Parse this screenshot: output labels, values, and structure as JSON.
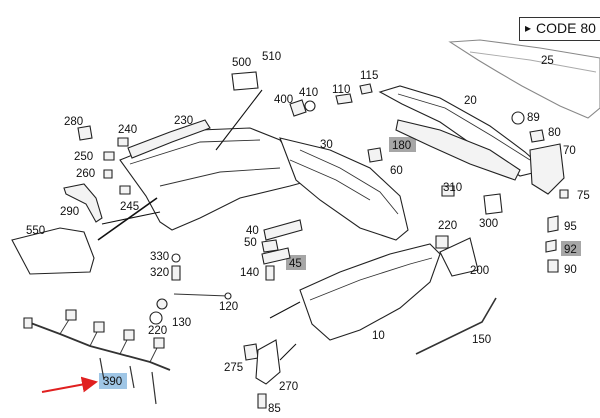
{
  "header": {
    "code_label": "CODE 80",
    "code_arrow_icon": "triangle-right-icon"
  },
  "colors": {
    "highlight_gray": "#a6a6a6",
    "highlight_blue": "#9fc6e6",
    "pointer_red": "#e02020",
    "line": "#222222"
  },
  "callouts": [
    {
      "id": "c500",
      "text": "500"
    },
    {
      "id": "c510",
      "text": "510"
    },
    {
      "id": "c400",
      "text": "400"
    },
    {
      "id": "c410",
      "text": "410"
    },
    {
      "id": "c110",
      "text": "110"
    },
    {
      "id": "c115",
      "text": "115"
    },
    {
      "id": "c280",
      "text": "280"
    },
    {
      "id": "c240",
      "text": "240"
    },
    {
      "id": "c230",
      "text": "230"
    },
    {
      "id": "c250",
      "text": "250"
    },
    {
      "id": "c260",
      "text": "260"
    },
    {
      "id": "c245",
      "text": "245"
    },
    {
      "id": "c290",
      "text": "290"
    },
    {
      "id": "c550",
      "text": "550"
    },
    {
      "id": "c30",
      "text": "30"
    },
    {
      "id": "c180",
      "text": "180"
    },
    {
      "id": "c20",
      "text": "20"
    },
    {
      "id": "c25",
      "text": "25"
    },
    {
      "id": "c89",
      "text": "89"
    },
    {
      "id": "c80",
      "text": "80"
    },
    {
      "id": "c70",
      "text": "70"
    },
    {
      "id": "c60",
      "text": "60"
    },
    {
      "id": "c310",
      "text": "310"
    },
    {
      "id": "c300",
      "text": "300"
    },
    {
      "id": "c75",
      "text": "75"
    },
    {
      "id": "c95",
      "text": "95"
    },
    {
      "id": "c92",
      "text": "92"
    },
    {
      "id": "c90",
      "text": "90"
    },
    {
      "id": "c220a",
      "text": "220"
    },
    {
      "id": "c200",
      "text": "200"
    },
    {
      "id": "c40",
      "text": "40"
    },
    {
      "id": "c50",
      "text": "50"
    },
    {
      "id": "c45",
      "text": "45"
    },
    {
      "id": "c140",
      "text": "140"
    },
    {
      "id": "c330",
      "text": "330"
    },
    {
      "id": "c320",
      "text": "320"
    },
    {
      "id": "c120",
      "text": "120"
    },
    {
      "id": "c130",
      "text": "130"
    },
    {
      "id": "c220b",
      "text": "220"
    },
    {
      "id": "c10",
      "text": "10"
    },
    {
      "id": "c150",
      "text": "150"
    },
    {
      "id": "c275",
      "text": "275"
    },
    {
      "id": "c270",
      "text": "270"
    },
    {
      "id": "c85",
      "text": "85"
    },
    {
      "id": "c390",
      "text": "390"
    }
  ]
}
